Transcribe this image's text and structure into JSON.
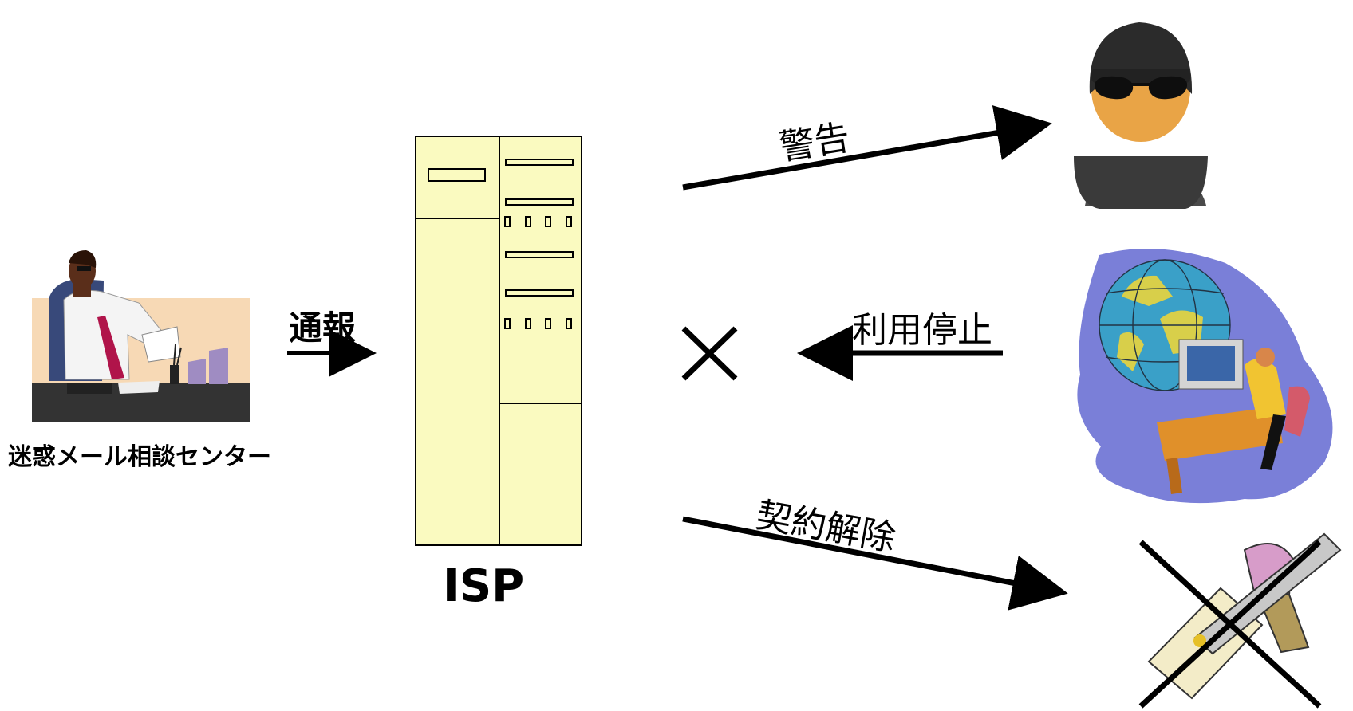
{
  "left": {
    "label": "迷惑メール相談センター"
  },
  "report": {
    "label": "通報"
  },
  "isp": {
    "label": "ISP"
  },
  "actions": {
    "warning": "警告",
    "suspension": "利用停止",
    "termination": "契約解除"
  },
  "colors": {
    "server_fill": "#fafac0",
    "line": "#000000",
    "background": "#ffffff"
  }
}
